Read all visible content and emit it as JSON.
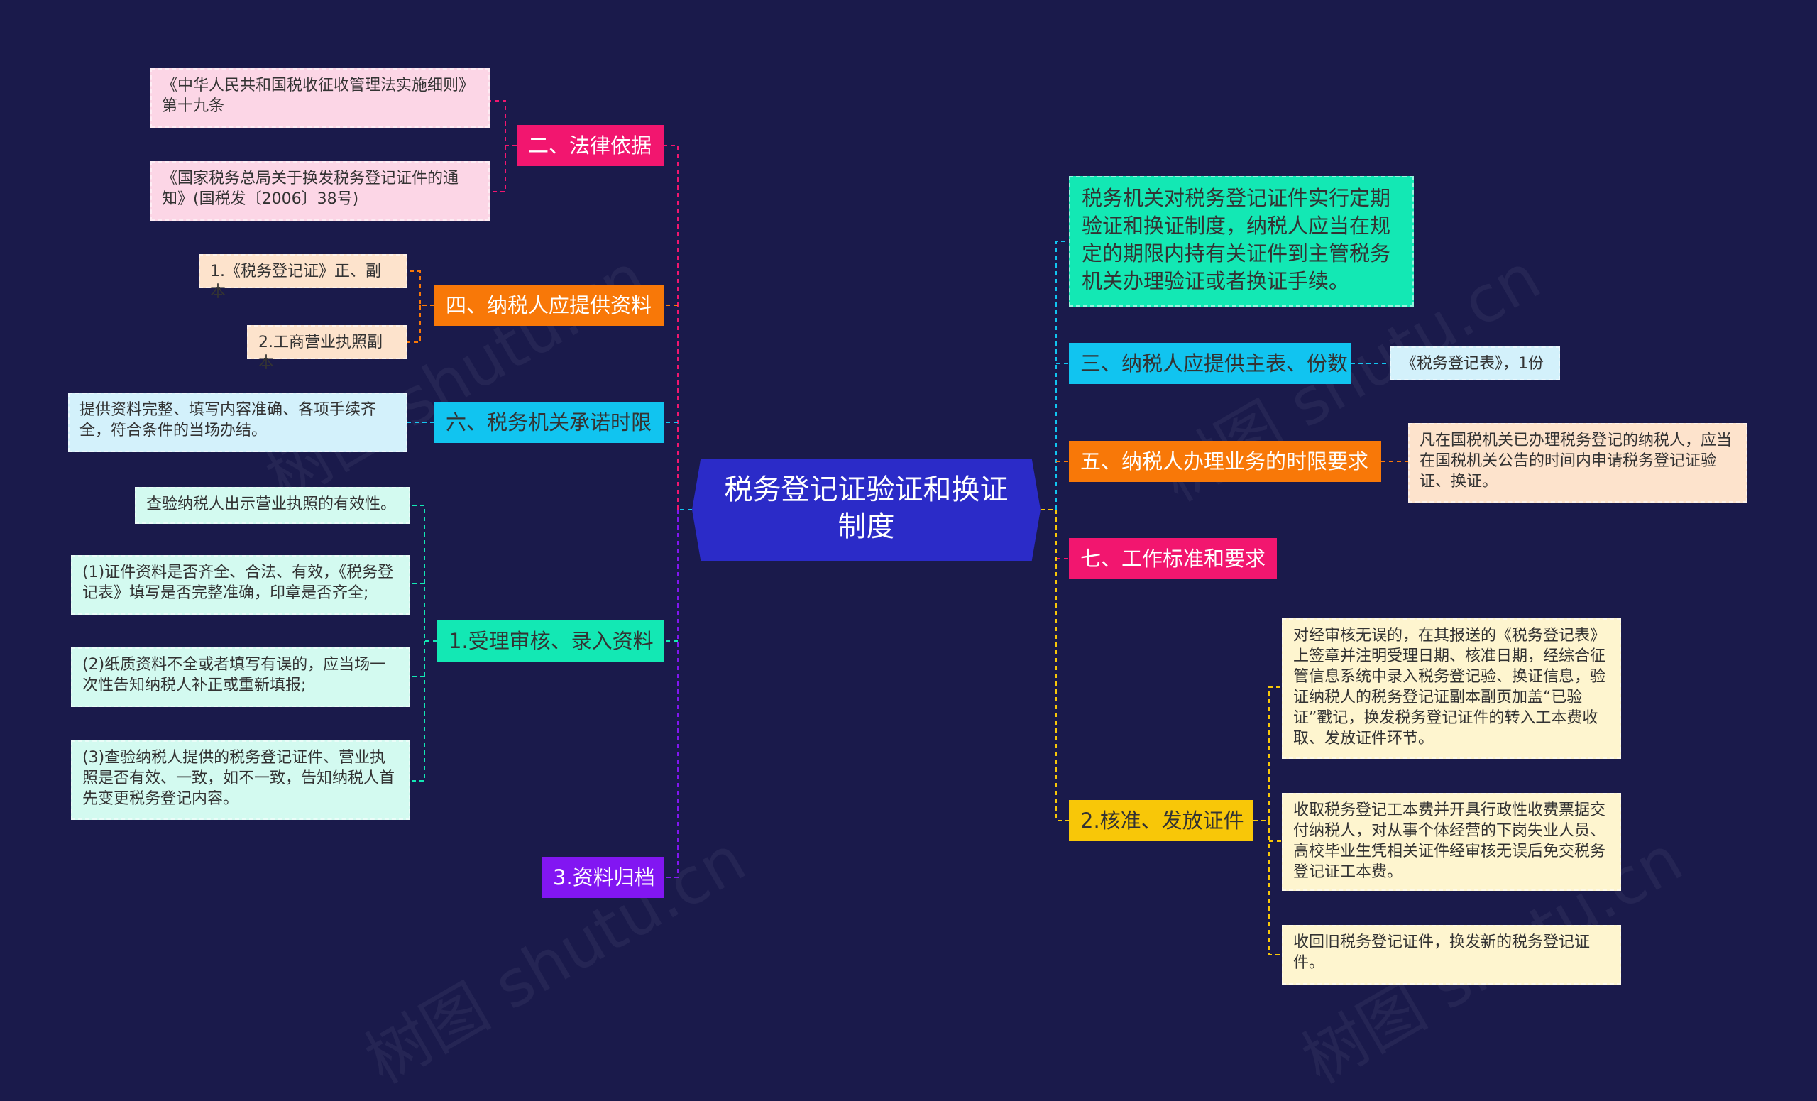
{
  "root": {
    "title": "税务登记证验证和换证制度"
  },
  "left": {
    "law": {
      "label": "二、法律依据",
      "items": [
        "《中华人民共和国税收征收管理法实施细则》第十九条",
        "《国家税务总局关于换发税务登记证件的通知》(国税发〔2006〕38号)"
      ]
    },
    "materials": {
      "label": "四、纳税人应提供资料",
      "items": [
        "1.《税务登记证》正、副本",
        "2.工商营业执照副本"
      ]
    },
    "promise": {
      "label": "六、税务机关承诺时限",
      "items": [
        "提供资料完整、填写内容准确、各项手续齐全，符合条件的当场办结。"
      ]
    },
    "accept": {
      "label": "1.受理审核、录入资料",
      "items": [
        "查验纳税人出示营业执照的有效性。",
        "(1)证件资料是否齐全、合法、有效，《税务登记表》填写是否完整准确，印章是否齐全;",
        "(2)纸质资料不全或者填写有误的，应当场一次性告知纳税人补正或重新填报;",
        "(3)查验纳税人提供的税务登记证件、营业执照是否有效、一致，如不一致，告知纳税人首先变更税务登记内容。"
      ]
    },
    "archive": {
      "label": "3.资料归档"
    }
  },
  "right": {
    "intro": {
      "text": "税务机关对税务登记证件实行定期验证和换证制度，纳税人应当在规定的期限内持有关证件到主管税务机关办理验证或者换证手续。"
    },
    "forms": {
      "label": "三、纳税人应提供主表、份数",
      "items": [
        "《税务登记表》，1份"
      ]
    },
    "deadline": {
      "label": "五、纳税人办理业务的时限要求",
      "items": [
        "凡在国税机关已办理税务登记的纳税人，应当在国税机关公告的时间内申请税务登记证验证、换证。"
      ]
    },
    "standards": {
      "label": "七、工作标准和要求"
    },
    "approve": {
      "label": "2.核准、发放证件",
      "items": [
        "对经审核无误的，在其报送的《税务登记表》上签章并注明受理日期、核准日期，经综合征管信息系统中录入税务登记验、换证信息，验证纳税人的税务登记证副本副页加盖“已验证”戳记，换发税务登记证件的转入工本费收取、发放证件环节。",
        "收取税务登记工本费并开具行政性收费票据交付纳税人，对从事个体经营的下岗失业人员、高校毕业生凭相关证件经审核无误后免交税务登记证工本费。",
        "收回旧税务登记证件，换发新的税务登记证件。"
      ]
    }
  },
  "colors": {
    "pink": "#f2166f",
    "orange": "#f87808",
    "cyan": "#11c4f0",
    "green": "#13e8b4",
    "purple": "#8216f2",
    "yellow": "#f8c708"
  },
  "watermark": "树图 shutu.cn"
}
